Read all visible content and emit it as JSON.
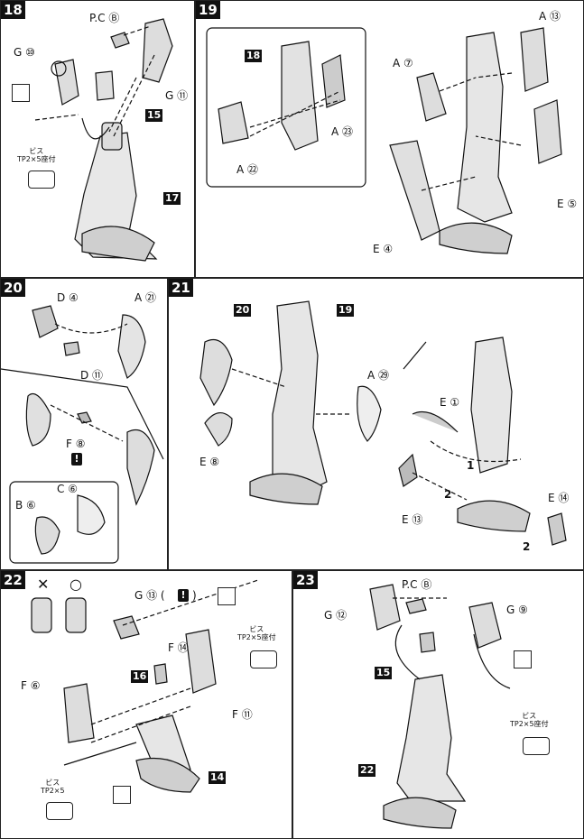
{
  "steps": {
    "s18": {
      "number": "18",
      "labels": {
        "pcb": "P.C Ⓑ",
        "g10": "G ⑩",
        "g11": "G ⑪",
        "p15": "15",
        "p17": "17",
        "screw": "ビス\nTP2×5座付"
      }
    },
    "s19": {
      "number": "19",
      "labels": {
        "p18": "18",
        "a23": "A ㉓",
        "a22": "A ㉒",
        "a7": "A ⑦",
        "a13": "A ⑬",
        "e5": "E ⑤",
        "e4": "E ④"
      }
    },
    "s20": {
      "number": "20",
      "labels": {
        "d4": "D ④",
        "a21": "A ㉑",
        "d11": "D ⑪",
        "f8": "F ⑧",
        "b6": "B ⑥",
        "c6": "C ⑥"
      }
    },
    "s21": {
      "number": "21",
      "labels": {
        "p20": "20",
        "p19": "19",
        "a29": "A ㉙",
        "e8": "E ⑧",
        "e1": "E ①",
        "e13": "E ⑬",
        "e14": "E ⑭",
        "n1": "1",
        "n2": "2",
        "n2b": "2"
      }
    },
    "s22": {
      "number": "22",
      "labels": {
        "x": "✕",
        "o": "○",
        "g13": "G ⑬ (",
        "close": ")",
        "f14": "F ⑭",
        "p16": "16",
        "f6": "F ⑥",
        "f11": "F ⑪",
        "p14": "14",
        "screw": "ビス\nTP2×5座付",
        "screw2": "ビス\nTP2×5"
      }
    },
    "s23": {
      "number": "23",
      "labels": {
        "pcb": "P.C Ⓑ",
        "g12": "G ⑫",
        "g9": "G ⑨",
        "p15": "15",
        "p22": "22",
        "screw": "ビス\nTP2×5座付"
      }
    }
  },
  "colors": {
    "ink": "#111111",
    "paper": "#ffffff",
    "shade": "#9a9a9a"
  },
  "icons": [
    "screwdriver-icon",
    "screw-icon",
    "warning-icon"
  ]
}
